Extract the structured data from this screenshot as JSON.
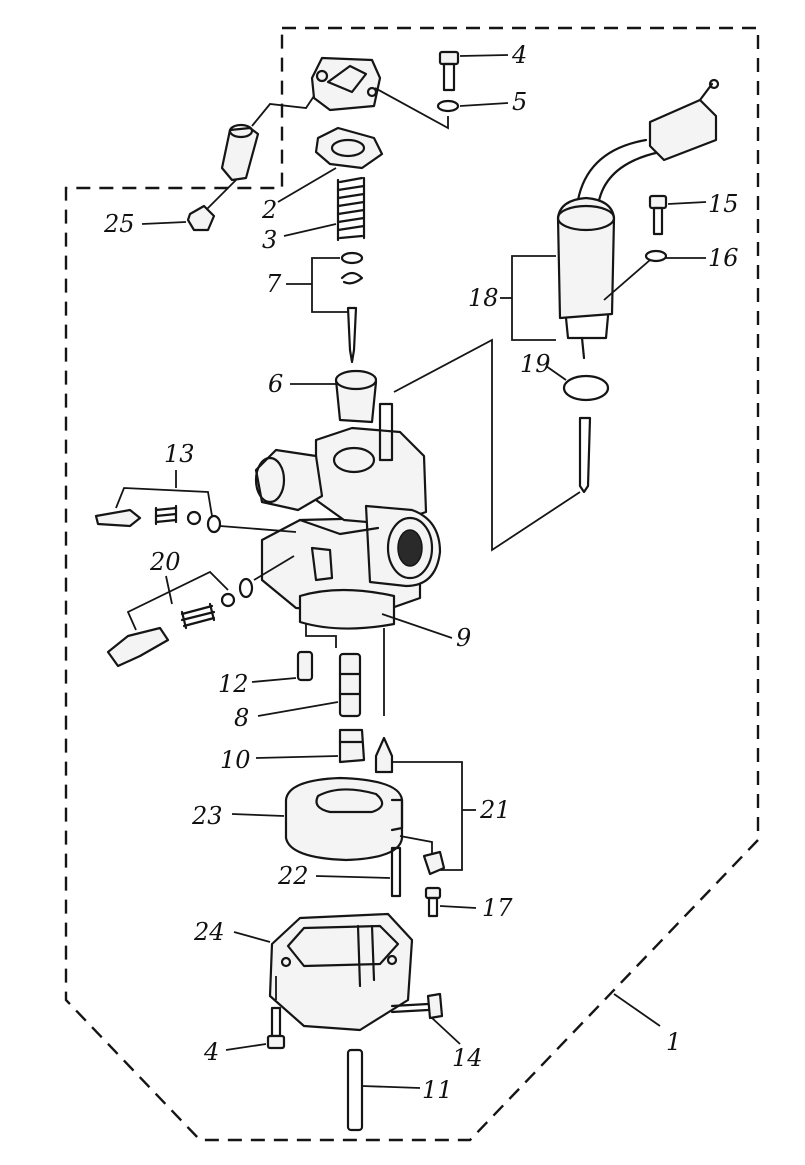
{
  "callouts": {
    "c1": "1",
    "c2": "2",
    "c3": "3",
    "c4a": "4",
    "c4b": "4",
    "c5": "5",
    "c6": "6",
    "c7": "7",
    "c8": "8",
    "c9": "9",
    "c10": "10",
    "c11": "11",
    "c12": "12",
    "c13": "13",
    "c14": "14",
    "c15": "15",
    "c16": "16",
    "c17": "17",
    "c18": "18",
    "c19": "19",
    "c20": "20",
    "c21": "21",
    "c22": "22",
    "c23": "23",
    "c24": "24",
    "c25": "25"
  },
  "colors": {
    "ink": "#151515",
    "paper": "#ffffff"
  }
}
